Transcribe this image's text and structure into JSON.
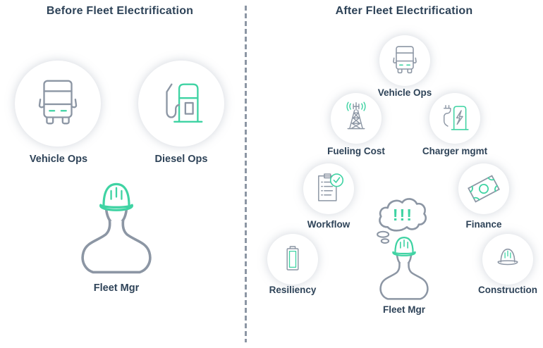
{
  "colors": {
    "accent_green": "#3fd3a3",
    "icon_gray": "#8c96a4",
    "text_dark": "#2e4358",
    "background": "#ffffff"
  },
  "left_panel": {
    "title": "Before Fleet Electrification",
    "items": [
      {
        "label": "Vehicle Ops",
        "icon": "bus-icon"
      },
      {
        "label": "Diesel Ops",
        "icon": "fuel-pump-icon"
      }
    ],
    "manager": {
      "label": "Fleet Mgr",
      "icon": "worker-hard-hat-icon"
    }
  },
  "right_panel": {
    "title": "After Fleet Electrification",
    "items": [
      {
        "label": "Vehicle Ops",
        "icon": "bus-icon"
      },
      {
        "label": "Fueling Cost",
        "icon": "transmission-tower-icon"
      },
      {
        "label": "Charger mgmt",
        "icon": "ev-charger-icon"
      },
      {
        "label": "Workflow",
        "icon": "clipboard-check-icon"
      },
      {
        "label": "Finance",
        "icon": "banknote-icon"
      },
      {
        "label": "Resiliency",
        "icon": "battery-icon"
      },
      {
        "label": "Construction",
        "icon": "hard-hat-icon"
      }
    ],
    "manager": {
      "label": "Fleet Mgr",
      "icon": "worker-hard-hat-icon",
      "thought_text": "!!!"
    }
  }
}
